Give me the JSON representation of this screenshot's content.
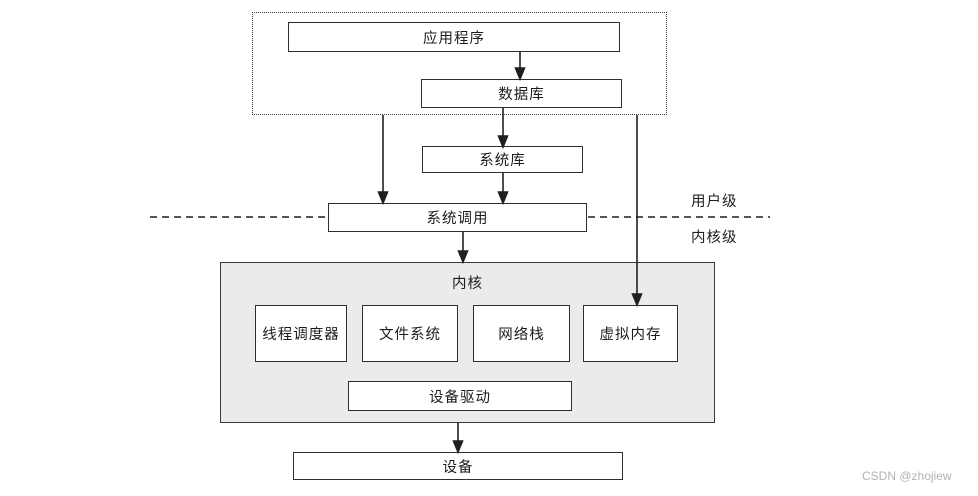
{
  "diagram": {
    "nodes": {
      "application": "应用程序",
      "database": "数据库",
      "system_library": "系统库",
      "system_call": "系统调用",
      "kernel": "内核",
      "thread_scheduler": "线程调度器",
      "file_system": "文件系统",
      "network_stack": "网络栈",
      "virtual_memory": "虚拟内存",
      "device_driver": "设备驱动",
      "device": "设备"
    },
    "boundary_labels": {
      "user_level": "用户级",
      "kernel_level": "内核级"
    },
    "edges": [
      "application -> database",
      "database -> system_library",
      "user_space_group -> system_call",
      "system_library -> system_call",
      "user_space_group -> virtual_memory",
      "system_call -> kernel",
      "kernel -> device"
    ],
    "colors": {
      "kernel_fill": "#ebebeb",
      "line": "#1f1f1f",
      "watermark": "#b3b3b3"
    },
    "watermark": "CSDN @zhojiew"
  }
}
